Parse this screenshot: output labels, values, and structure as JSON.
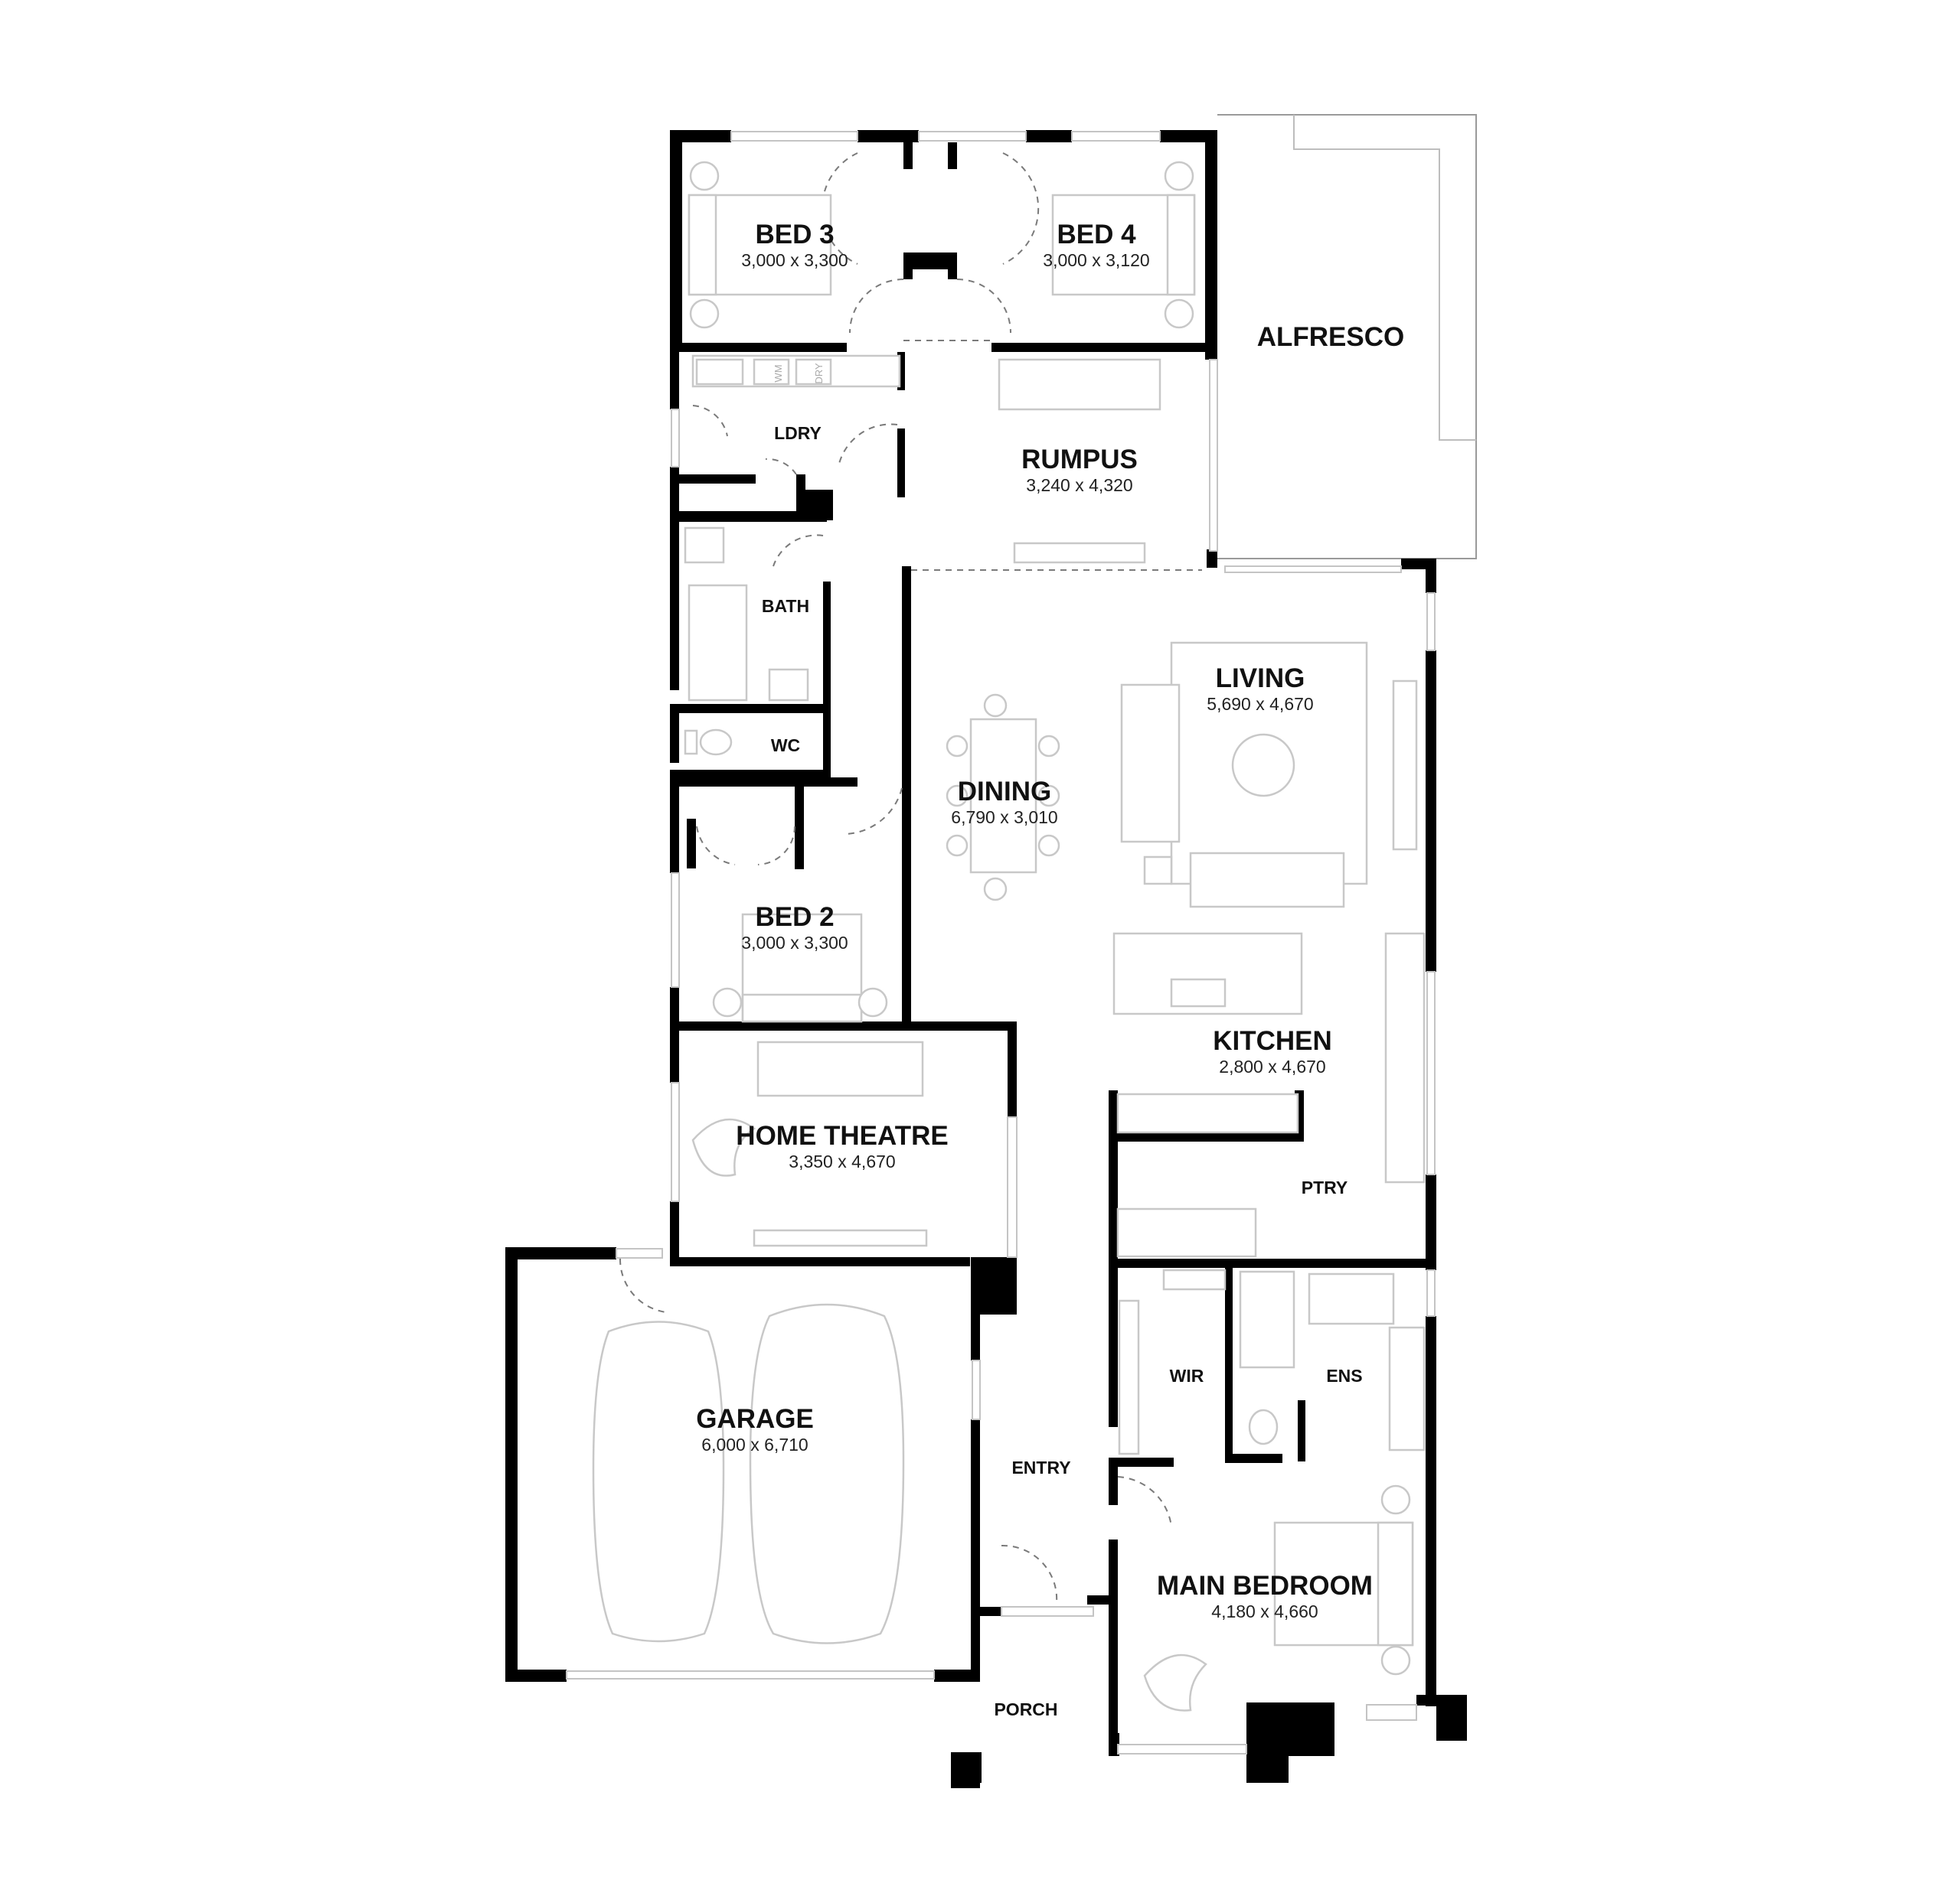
{
  "rooms": {
    "bed3": {
      "name": "BED 3",
      "dims": "3,000 x 3,300"
    },
    "bed4": {
      "name": "BED 4",
      "dims": "3,000 x 3,120"
    },
    "alfresco": {
      "name": "ALFRESCO"
    },
    "ldry": {
      "name": "LDRY"
    },
    "rumpus": {
      "name": "RUMPUS",
      "dims": "3,240 x 4,320"
    },
    "bath": {
      "name": "BATH"
    },
    "wc": {
      "name": "WC"
    },
    "living": {
      "name": "LIVING",
      "dims": "5,690 x 4,670"
    },
    "dining": {
      "name": "DINING",
      "dims": "6,790 x 3,010"
    },
    "bed2": {
      "name": "BED 2",
      "dims": "3,000 x 3,300"
    },
    "kitchen": {
      "name": "KITCHEN",
      "dims": "2,800 x 4,670"
    },
    "home_theatre": {
      "name": "HOME THEATRE",
      "dims": "3,350 x 4,670"
    },
    "ptry": {
      "name": "PTRY"
    },
    "wir": {
      "name": "WIR"
    },
    "ens": {
      "name": "ENS"
    },
    "garage": {
      "name": "GARAGE",
      "dims": "6,000 x 6,710"
    },
    "entry": {
      "name": "ENTRY"
    },
    "main_bedroom": {
      "name": "MAIN BEDROOM",
      "dims": "4,180 x 4,660"
    },
    "porch": {
      "name": "PORCH"
    }
  },
  "fixture_labels": {
    "wm": "WM",
    "dry": "DRY"
  }
}
